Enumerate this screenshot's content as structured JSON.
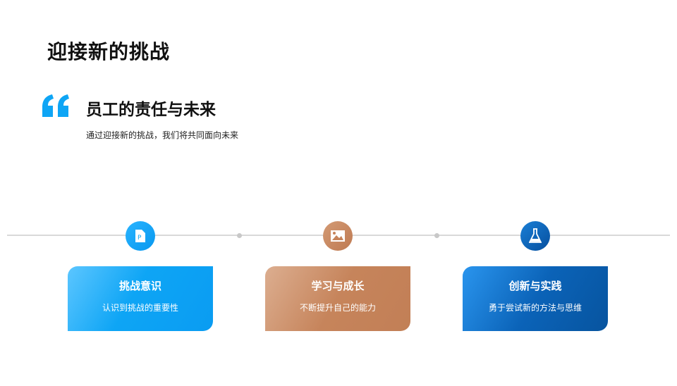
{
  "title": "迎接新的挑战",
  "quote": {
    "heading": "员工的责任与未来",
    "text": "通过迎接新的挑战，我们将共同面向未来"
  },
  "colors": {
    "accent": "#0ea5f5",
    "copper": "#c6845b",
    "navy": "#0a5fb0"
  },
  "steps": [
    {
      "icon": "document-icon",
      "title": "挑战意识",
      "text": "认识到挑战的重要性"
    },
    {
      "icon": "image-icon",
      "title": "学习与成长",
      "text": "不断提升自己的能力"
    },
    {
      "icon": "flask-icon",
      "title": "创新与实践",
      "text": "勇于尝试新的方法与思维"
    }
  ]
}
